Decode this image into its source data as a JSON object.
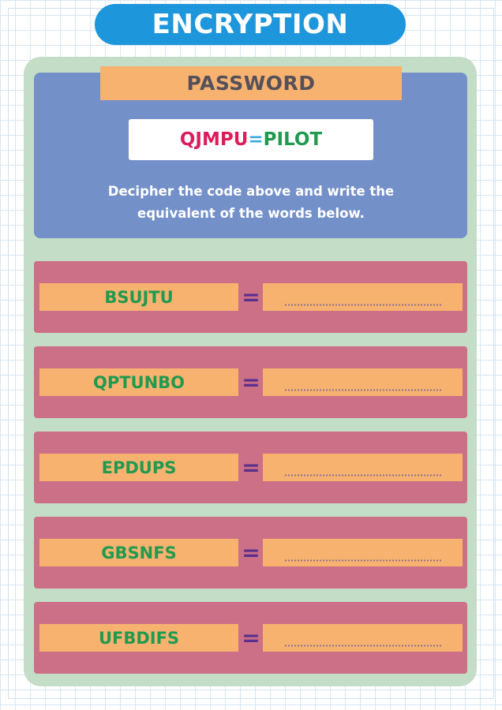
{
  "page": {
    "title": "ENCRYPTION"
  },
  "password_section": {
    "header": "PASSWORD",
    "example": {
      "cipher": "QJMPU",
      "equals": "=",
      "plain": "PILOT"
    },
    "instruction_line1": "Decipher the code above and write the",
    "instruction_line2": "equivalent of the words below."
  },
  "exercises": [
    {
      "cipher": "BSUJTU",
      "equals": "=",
      "answer": ""
    },
    {
      "cipher": "QPTUNBO",
      "equals": "=",
      "answer": ""
    },
    {
      "cipher": "EPDUPS",
      "equals": "=",
      "answer": ""
    },
    {
      "cipher": "GBSNFS",
      "equals": "=",
      "answer": ""
    },
    {
      "cipher": "UFBDIFS",
      "equals": "=",
      "answer": ""
    }
  ],
  "colors": {
    "title_pill": "#1d96dc",
    "panel": "#c4ddc6",
    "instruction_box": "#7490c9",
    "header_bar": "#f7b26f",
    "row_background": "#cb7087",
    "field": "#f7b26f",
    "cipher_text": "#1f9a4f",
    "equals_sign": "#5b2f8c",
    "example_cipher": "#dd1c5b",
    "example_equals": "#3aa8e4"
  }
}
